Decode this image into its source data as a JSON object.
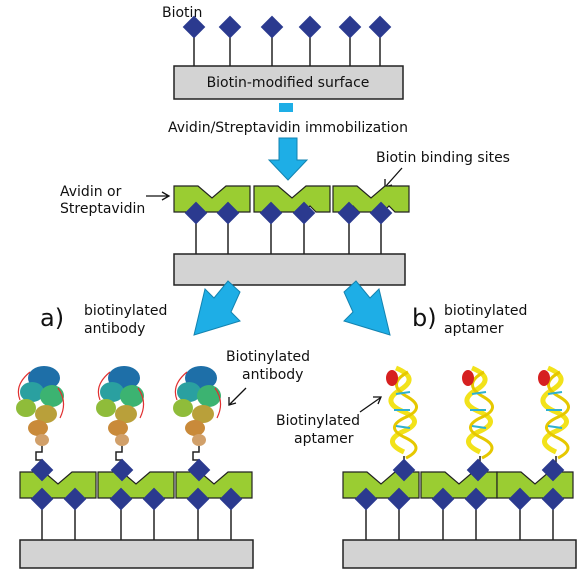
{
  "labels": {
    "biotin": "Biotin",
    "surface": "Biotin-modified surface",
    "immobilization": "Avidin/Streptavidin immobilization",
    "avidin_line1": "Avidin or",
    "avidin_line2": "Streptavidin",
    "binding_sites": "Biotin binding sites",
    "a_marker": "a)",
    "a_caption_line1": "biotinylated",
    "a_caption_line2": "antibody",
    "a_label_line1": "Biotinylated",
    "a_label_line2": "antibody",
    "b_marker": "b)",
    "b_caption_line1": "biotinylated",
    "b_caption_line2": "aptamer",
    "b_label_line1": "Biotinylated",
    "b_label_line2": "aptamer"
  },
  "colors": {
    "surface": "#d3d3d3",
    "avidin": "#9acd32",
    "biotin": "#2b3a8f",
    "arrow": "#1eaee6",
    "aptamer_helix": "#f2e21a"
  }
}
